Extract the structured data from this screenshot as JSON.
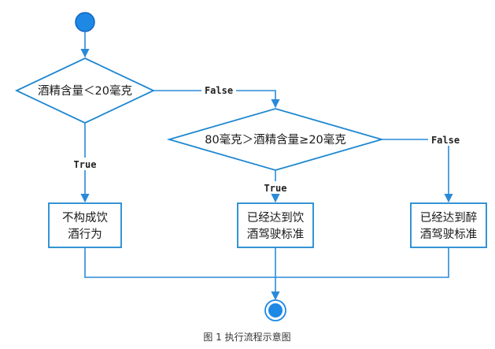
{
  "colors": {
    "stroke": "#1e88d0",
    "terminal": "#1e88e5",
    "line": "#2a8ad8",
    "text": "#1a1a1a",
    "background": "#ffffff"
  },
  "diagram": {
    "decision1": {
      "label": "酒精含量＜20毫克"
    },
    "decision2": {
      "label": "80毫克＞酒精含量≥20毫克"
    },
    "box_left": {
      "line1": "不构成饮",
      "line2": "酒行为"
    },
    "box_middle": {
      "line1": "已经达到饮",
      "line2": "酒驾驶标准"
    },
    "box_right": {
      "line1": "已经达到醉",
      "line2": "酒驾驶标准"
    },
    "edges": {
      "d1_false": "False",
      "d1_true": "True",
      "d2_true": "True",
      "d2_false": "False"
    }
  },
  "caption": "图 1 执行流程示意图"
}
